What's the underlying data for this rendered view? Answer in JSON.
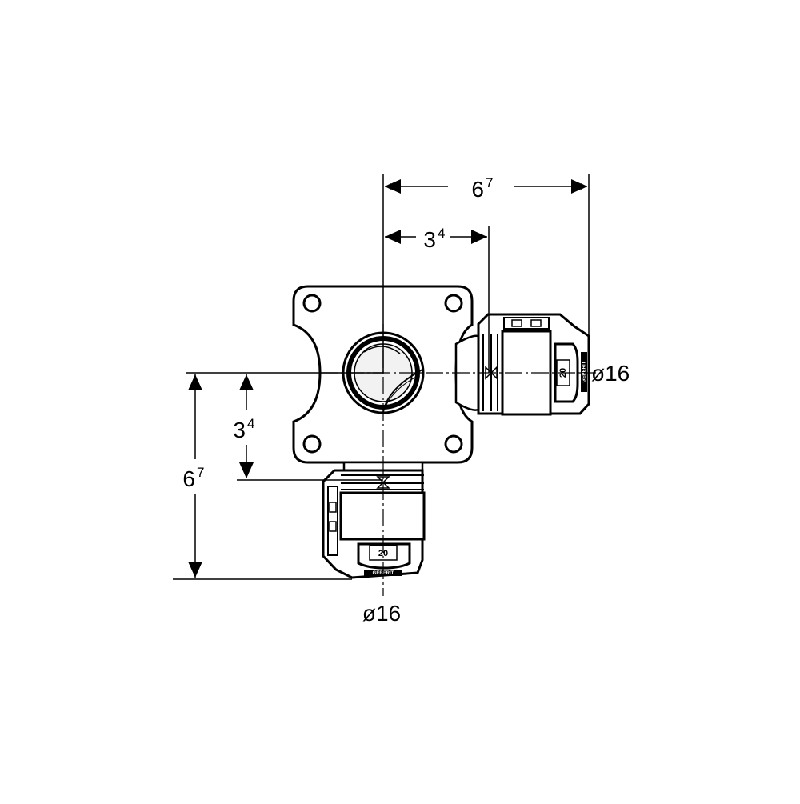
{
  "dimensions": {
    "top_overall": {
      "base": "6",
      "sup": "7"
    },
    "top_inner": {
      "base": "3",
      "sup": "4"
    },
    "left_inner": {
      "base": "3",
      "sup": "4"
    },
    "left_overall": {
      "base": "6",
      "sup": "7"
    }
  },
  "diameters": {
    "right_outlet": "ø16",
    "bottom_outlet": "ø16"
  },
  "fitting_labels": {
    "right_size": "20",
    "bottom_size": "20",
    "brand": "GEBERIT"
  },
  "icons": {
    "mounting_holes": "circle-hole-icon",
    "dim_arrows": "arrowhead-icon"
  },
  "colors": {
    "line": "#000000",
    "background": "#ffffff",
    "pipe_fill": "#f2f2f2"
  }
}
